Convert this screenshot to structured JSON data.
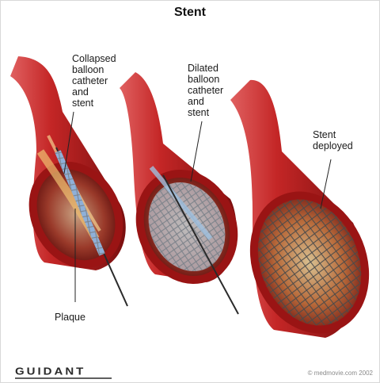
{
  "title": "Stent",
  "labels": {
    "collapsed": "Collapsed\nballoon\ncatheter\nand\nstent",
    "dilated": "Dilated\nballoon\ncatheter\nand\nstent",
    "deployed": "Stent\ndeployed",
    "plaque": "Plaque"
  },
  "logo_text": "GUIDANT",
  "copyright": "© medmovie.com 2002",
  "colors": {
    "vessel_outer": "#b31b1b",
    "vessel_dark": "#6e0d0d",
    "plaque": "#e8b06a",
    "stent_mesh": "#8a8f96",
    "catheter": "#9bb6d6"
  }
}
